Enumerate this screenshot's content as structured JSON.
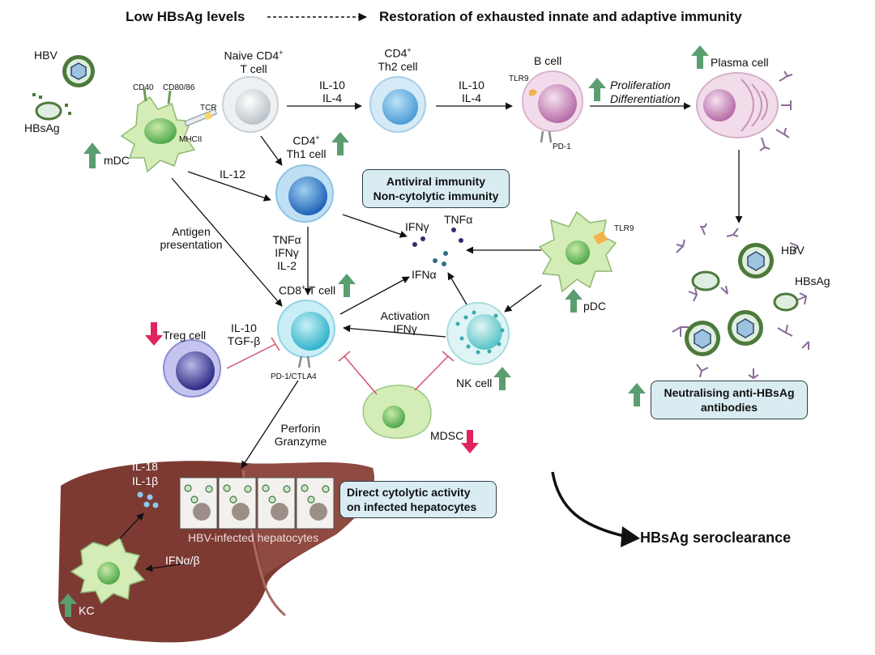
{
  "header": {
    "left": "Low HBsAg levels",
    "right": "Restoration of exhausted innate and adaptive immunity"
  },
  "cells": {
    "hbv": "HBV",
    "hbsag": "HBsAg",
    "mdc": "mDC",
    "cd40": "CD40",
    "cd80_86": "CD80/86",
    "tcr": "TCR",
    "mhcii": "MHCII",
    "naive_cd4_line1": "Naive CD4",
    "naive_cd4_sup": "+",
    "naive_cd4_line2": "T cell",
    "th2_line1": "CD4",
    "th2_sup": "+",
    "th2_line2": "Th2 cell",
    "b_cell": "B cell",
    "tlr9_b": "TLR9",
    "pd1_b": "PD-1",
    "plasma_cell": "Plasma cell",
    "th1_line1": "CD4",
    "th1_sup": "+",
    "th1_line2": "Th1 cell",
    "cd8_line": "CD8",
    "cd8_sup": "+",
    "cd8_rest": " T cell",
    "pd1_ctla4": "PD-1/CTLA4",
    "treg": "Treg cell",
    "nk": "NK cell",
    "mdsc": "MDSC",
    "pdc": "pDC",
    "tlr9_p": "TLR9",
    "kc": "KC",
    "hbv_right": "HBV",
    "hbsag_right": "HBsAg",
    "hepatocytes": "HBV-infected hepatocytes"
  },
  "labels": {
    "il10_il4_a1": "IL-10",
    "il10_il4_a2": "IL-4",
    "il10_il4_b1": "IL-10",
    "il10_il4_b2": "IL-4",
    "prolif": "Proliferation",
    "diff": "Differentiation",
    "il12": "IL-12",
    "antigen1": "Antigen",
    "antigen2": "presentation",
    "tnfa_l": "TNFα",
    "ifng_l": "IFNγ",
    "il2_l": "IL-2",
    "ifng_c": "IFNγ",
    "tnfa_c": "TNFα",
    "ifna_c": "IFNα",
    "treg_il10": "IL-10",
    "treg_tgfb": "TGF-β",
    "activation": "Activation",
    "activation_ifng": "IFNγ",
    "perforin": "Perforin",
    "granzyme": "Granzyme",
    "il18": "IL-18",
    "il1b": "IL-1β",
    "ifnab": "IFNα/β"
  },
  "boxes": {
    "antiviral_1": "Antiviral immunity",
    "antiviral_2": "Non-cytolytic immunity",
    "cytolytic_1": "Direct cytolytic activity",
    "cytolytic_2": "on infected hepatocytes",
    "neutral_1": "Neutralising anti-HBsAg",
    "neutral_2": "antibodies"
  },
  "outcome": "HBsAg seroclearance",
  "colors": {
    "up_arrow": "#5a9e6f",
    "down_arrow": "#e0245e",
    "inhibit": "#d4546e",
    "liver": "#7d3a33",
    "box_fill": "#d9ecf2",
    "dc_green": "#d4ecb6"
  }
}
